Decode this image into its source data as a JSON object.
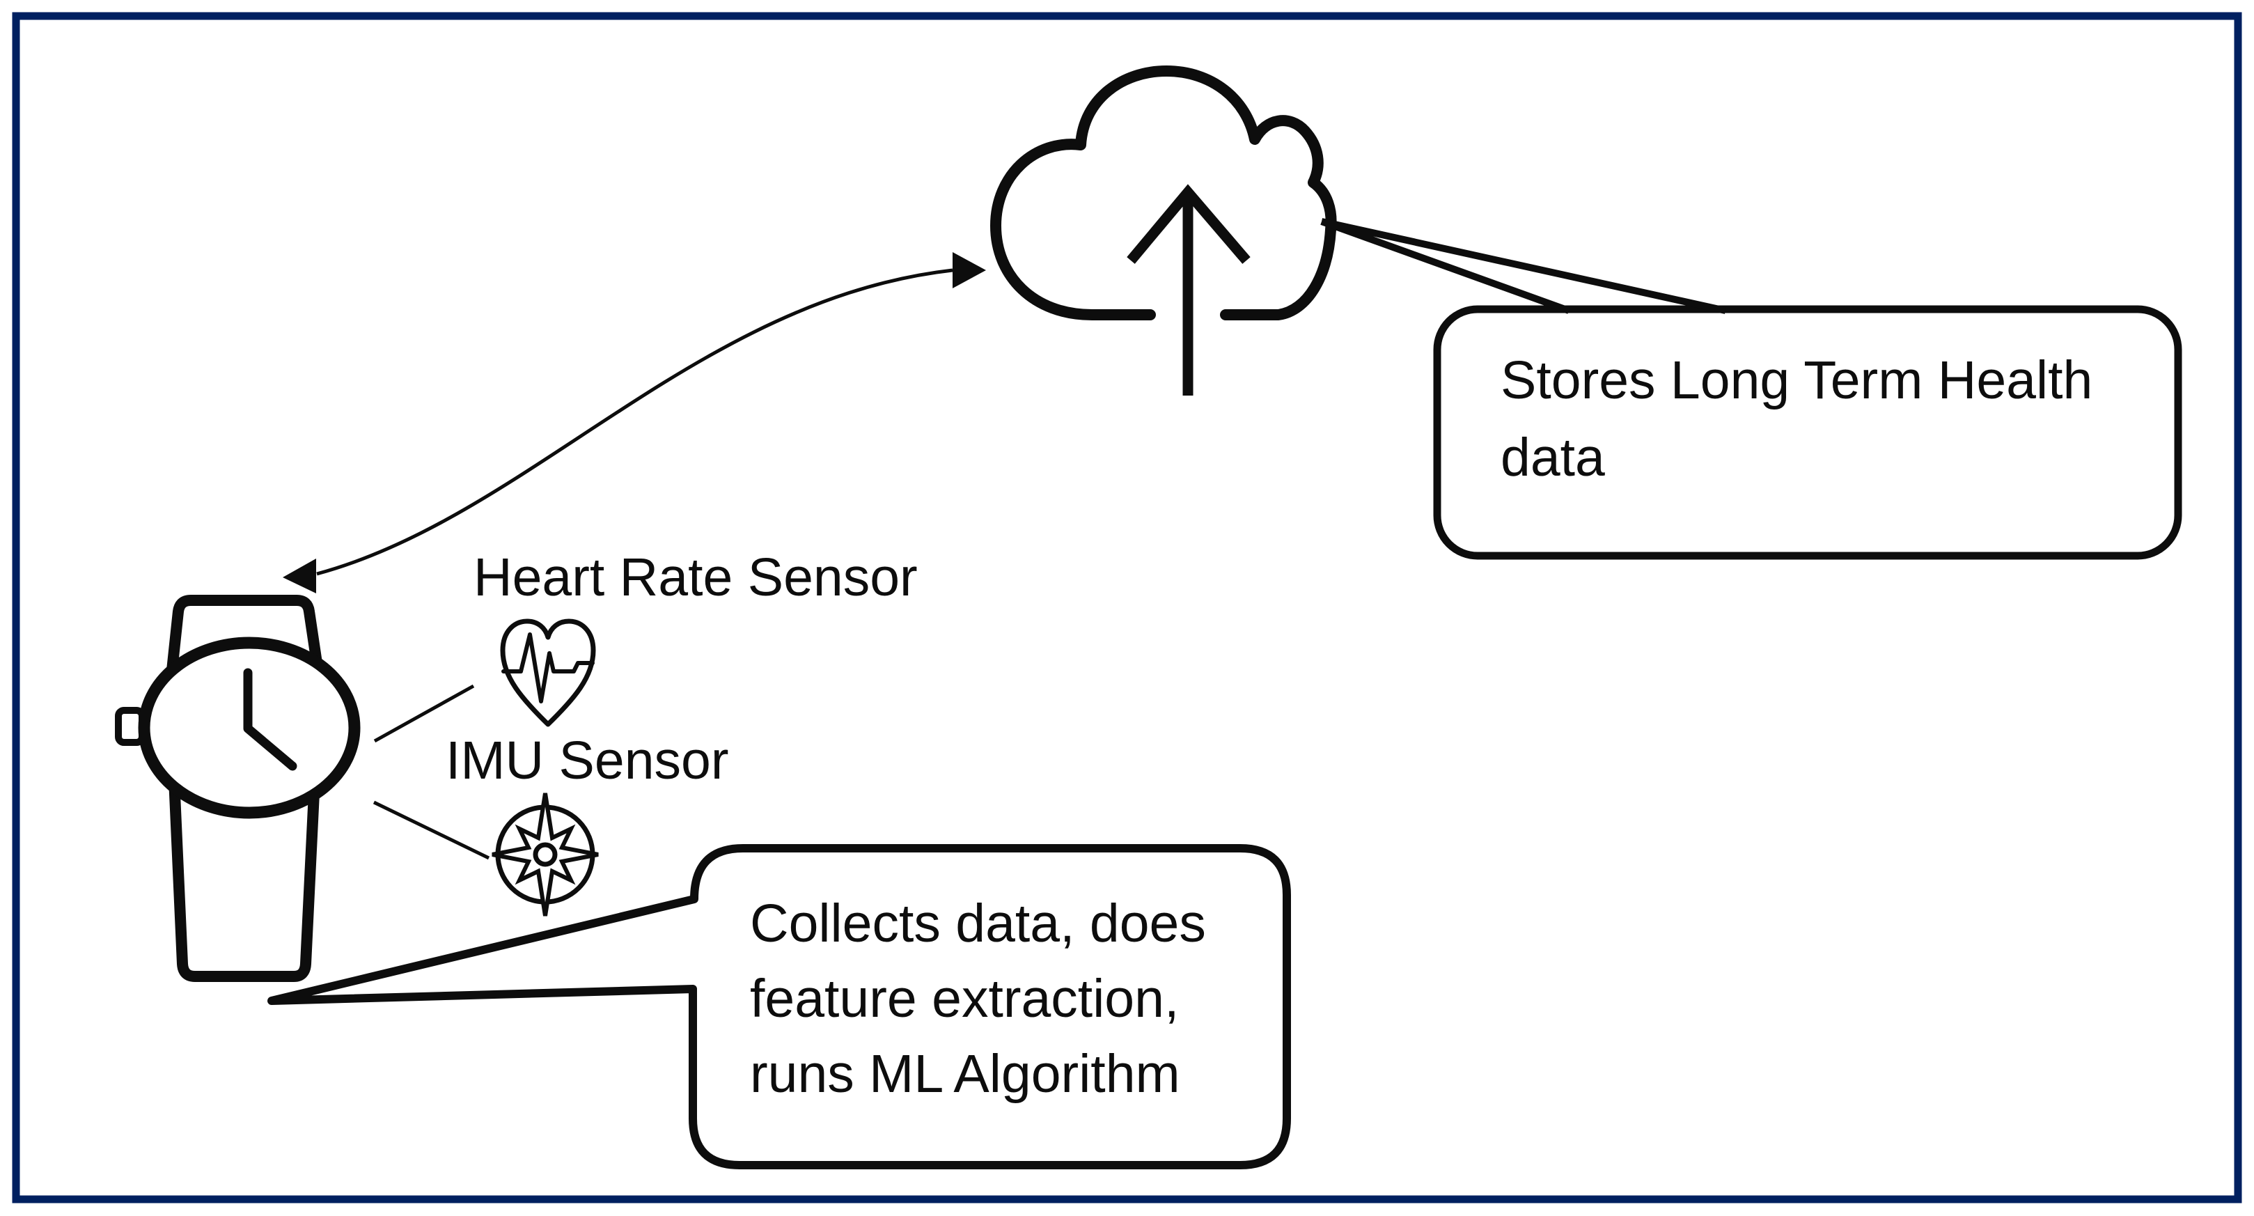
{
  "page": {
    "border_color": "#002060",
    "background_color": "#ffffff",
    "ink_color": "#0d0d0d"
  },
  "cloud": {
    "icon": "cloud-upload-icon",
    "meaning": "cloud storage with upload arrow"
  },
  "watch": {
    "icon": "smartwatch-icon",
    "meaning": "smartwatch device"
  },
  "sensors": {
    "heart_rate": {
      "label": "Heart Rate Sensor",
      "icon": "heart-ecg-icon"
    },
    "imu": {
      "label": "IMU Sensor",
      "icon": "compass-rose-icon"
    }
  },
  "callouts": {
    "cloud_storage": {
      "lines": {
        "0": "Stores Long Term Health",
        "1": "data"
      },
      "points_to": "cloud"
    },
    "watch_processing": {
      "lines": {
        "0": "Collects data, does",
        "1": "feature extraction,",
        "2": "runs ML Algorithm"
      },
      "points_to": "smartwatch"
    }
  },
  "connections": {
    "watch_cloud_arrow": "double-headed curved arrow between smartwatch and cloud"
  }
}
